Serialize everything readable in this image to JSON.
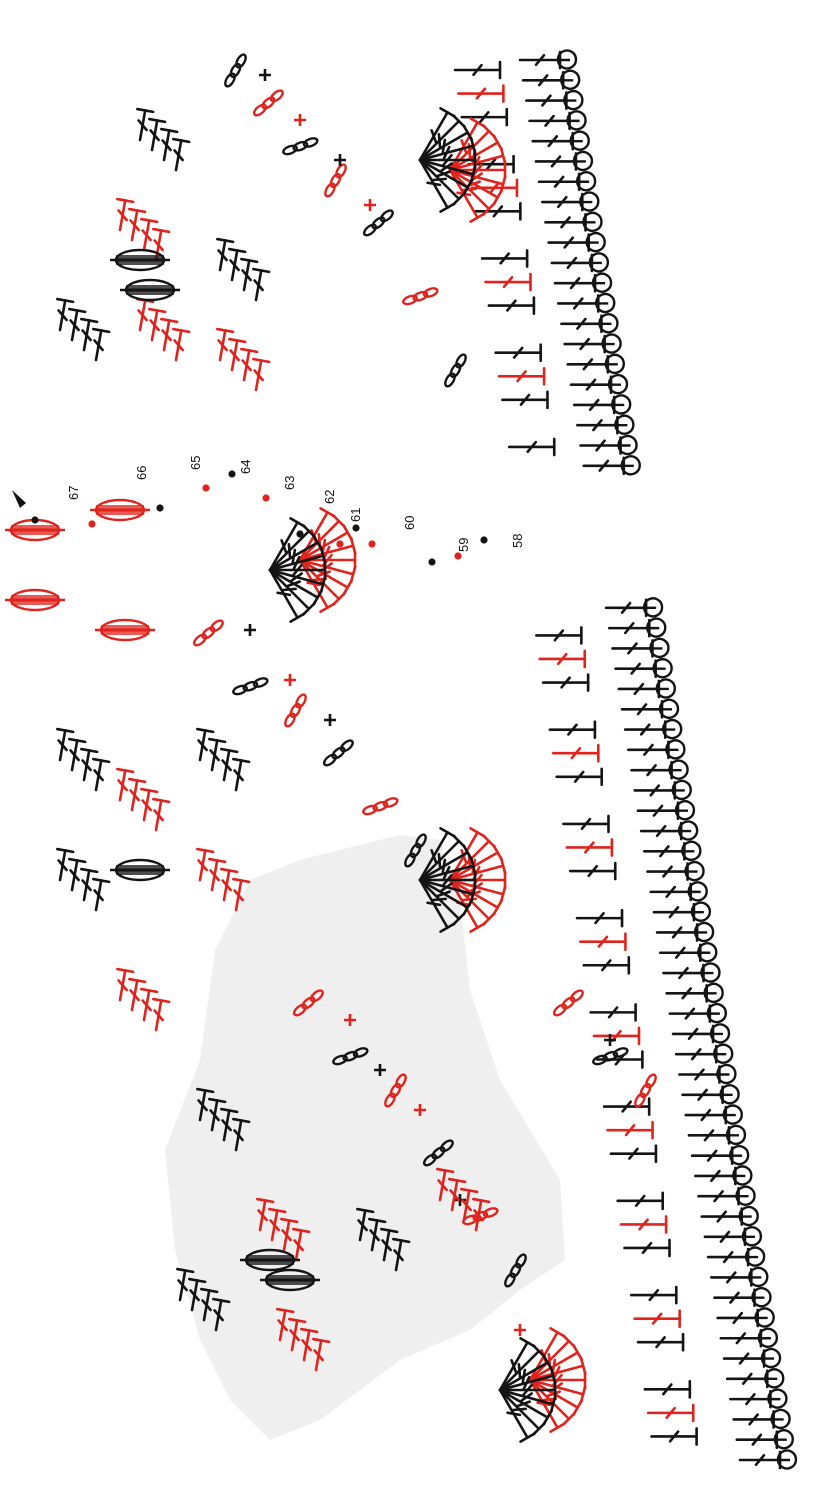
{
  "diagram": {
    "type": "crochet-chart",
    "row_numbers": [
      "58",
      "59",
      "60",
      "61",
      "62",
      "63",
      "64",
      "65",
      "66",
      "67"
    ],
    "colors": {
      "odd_rows": "#141414",
      "even_rows": "#e0231c",
      "repeat_highlight": "#efefef",
      "start_marker": "#111111"
    },
    "symbols": [
      "chain",
      "slip-stitch",
      "single-crochet",
      "double-crochet",
      "double-crochet-cluster",
      "turning-chain"
    ]
  }
}
